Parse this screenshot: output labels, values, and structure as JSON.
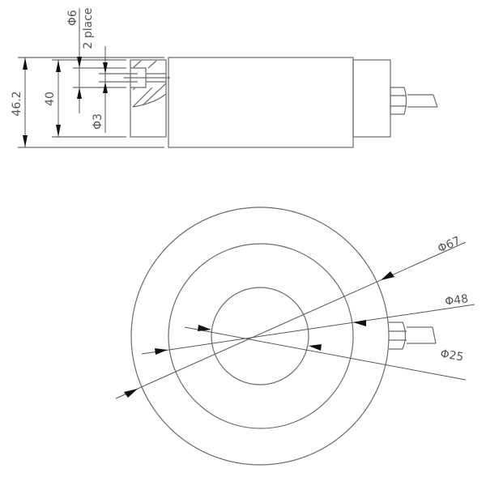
{
  "side_view": {
    "dimensions": {
      "total_height": "46.2",
      "body_height": "40",
      "hole_diameter": "Φ6",
      "hole_note": "2 place",
      "through_hole": "Φ3"
    }
  },
  "top_view": {
    "dimensions": {
      "outer_diameter": "Φ67",
      "middle_diameter": "Φ48",
      "inner_diameter": "Φ25"
    }
  },
  "colors": {
    "line": "#6a6a6a",
    "arrow": "#111111",
    "text": "#555555",
    "background": "#ffffff"
  }
}
